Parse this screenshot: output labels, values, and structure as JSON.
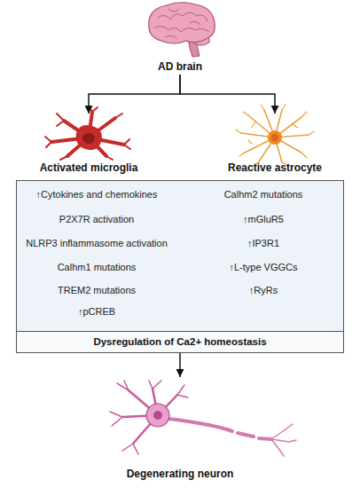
{
  "diagram": {
    "nodes": [
      {
        "text": [
          "AD brain"
        ]
      },
      {
        "text": [
          "Activated microglia"
        ]
      },
      {
        "text": [
          "Reactive astrocyte"
        ]
      },
      {
        "text": [
          "↑Cytokines and chemokines",
          "P2X7R activation",
          "NLRP3 inflammasome activation",
          "Calhm1 mutations",
          "TREM2 mutations",
          "↑pCREB",
          "Calhm2 mutations",
          "↑mGluR5",
          "↑IP3R1",
          "↑L-type VGGCs",
          "↑RyRs"
        ]
      },
      {
        "text": [
          "Dysregulation of Ca2+ homeostasis"
        ],
        "in": 3
      },
      {
        "text": [
          "Degenerating neuron"
        ]
      }
    ],
    "edges": [
      {
        "from": 0,
        "to": 1,
        "arrow": "to"
      },
      {
        "from": 0,
        "to": 2,
        "arrow": "to"
      },
      {
        "from": 3,
        "to": 5,
        "arrow": "to"
      }
    ]
  }
}
